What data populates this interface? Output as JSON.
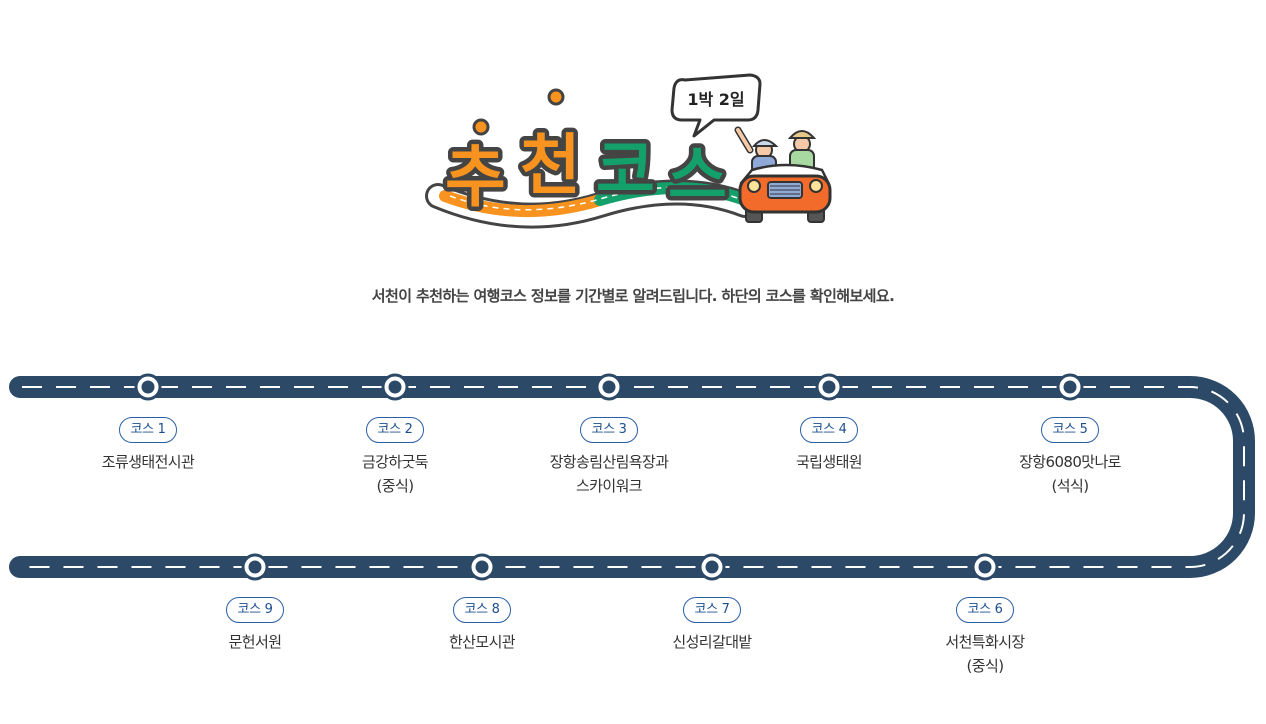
{
  "header": {
    "logo": {
      "badge": "1박 2일",
      "title_chars": [
        "추",
        "천",
        "코",
        "스"
      ]
    },
    "subtitle": "서천이 추천하는 여행코스 정보를 기간별로 알려드립니다. 하단의 코스를 확인해보세요."
  },
  "colors": {
    "road": "#2c4a67",
    "pill_border": "#2b5fa5",
    "logo_orange": "#f7931e",
    "logo_green": "#14a06a"
  },
  "courses": [
    {
      "label": "코스 1",
      "name": "조류생태전시관",
      "sub": ""
    },
    {
      "label": "코스 2",
      "name": "금강하굿둑",
      "sub": "(중식)"
    },
    {
      "label": "코스 3",
      "name": "장항송림산림욕장과",
      "sub": "스카이워크"
    },
    {
      "label": "코스 4",
      "name": "국립생태원",
      "sub": ""
    },
    {
      "label": "코스 5",
      "name": "장항6080맛나로",
      "sub": "(석식)"
    },
    {
      "label": "코스 6",
      "name": "서천특화시장",
      "sub": "(중식)"
    },
    {
      "label": "코스 7",
      "name": "신성리갈대밭",
      "sub": ""
    },
    {
      "label": "코스 8",
      "name": "한산모시관",
      "sub": ""
    },
    {
      "label": "코스 9",
      "name": "문헌서원",
      "sub": ""
    }
  ]
}
